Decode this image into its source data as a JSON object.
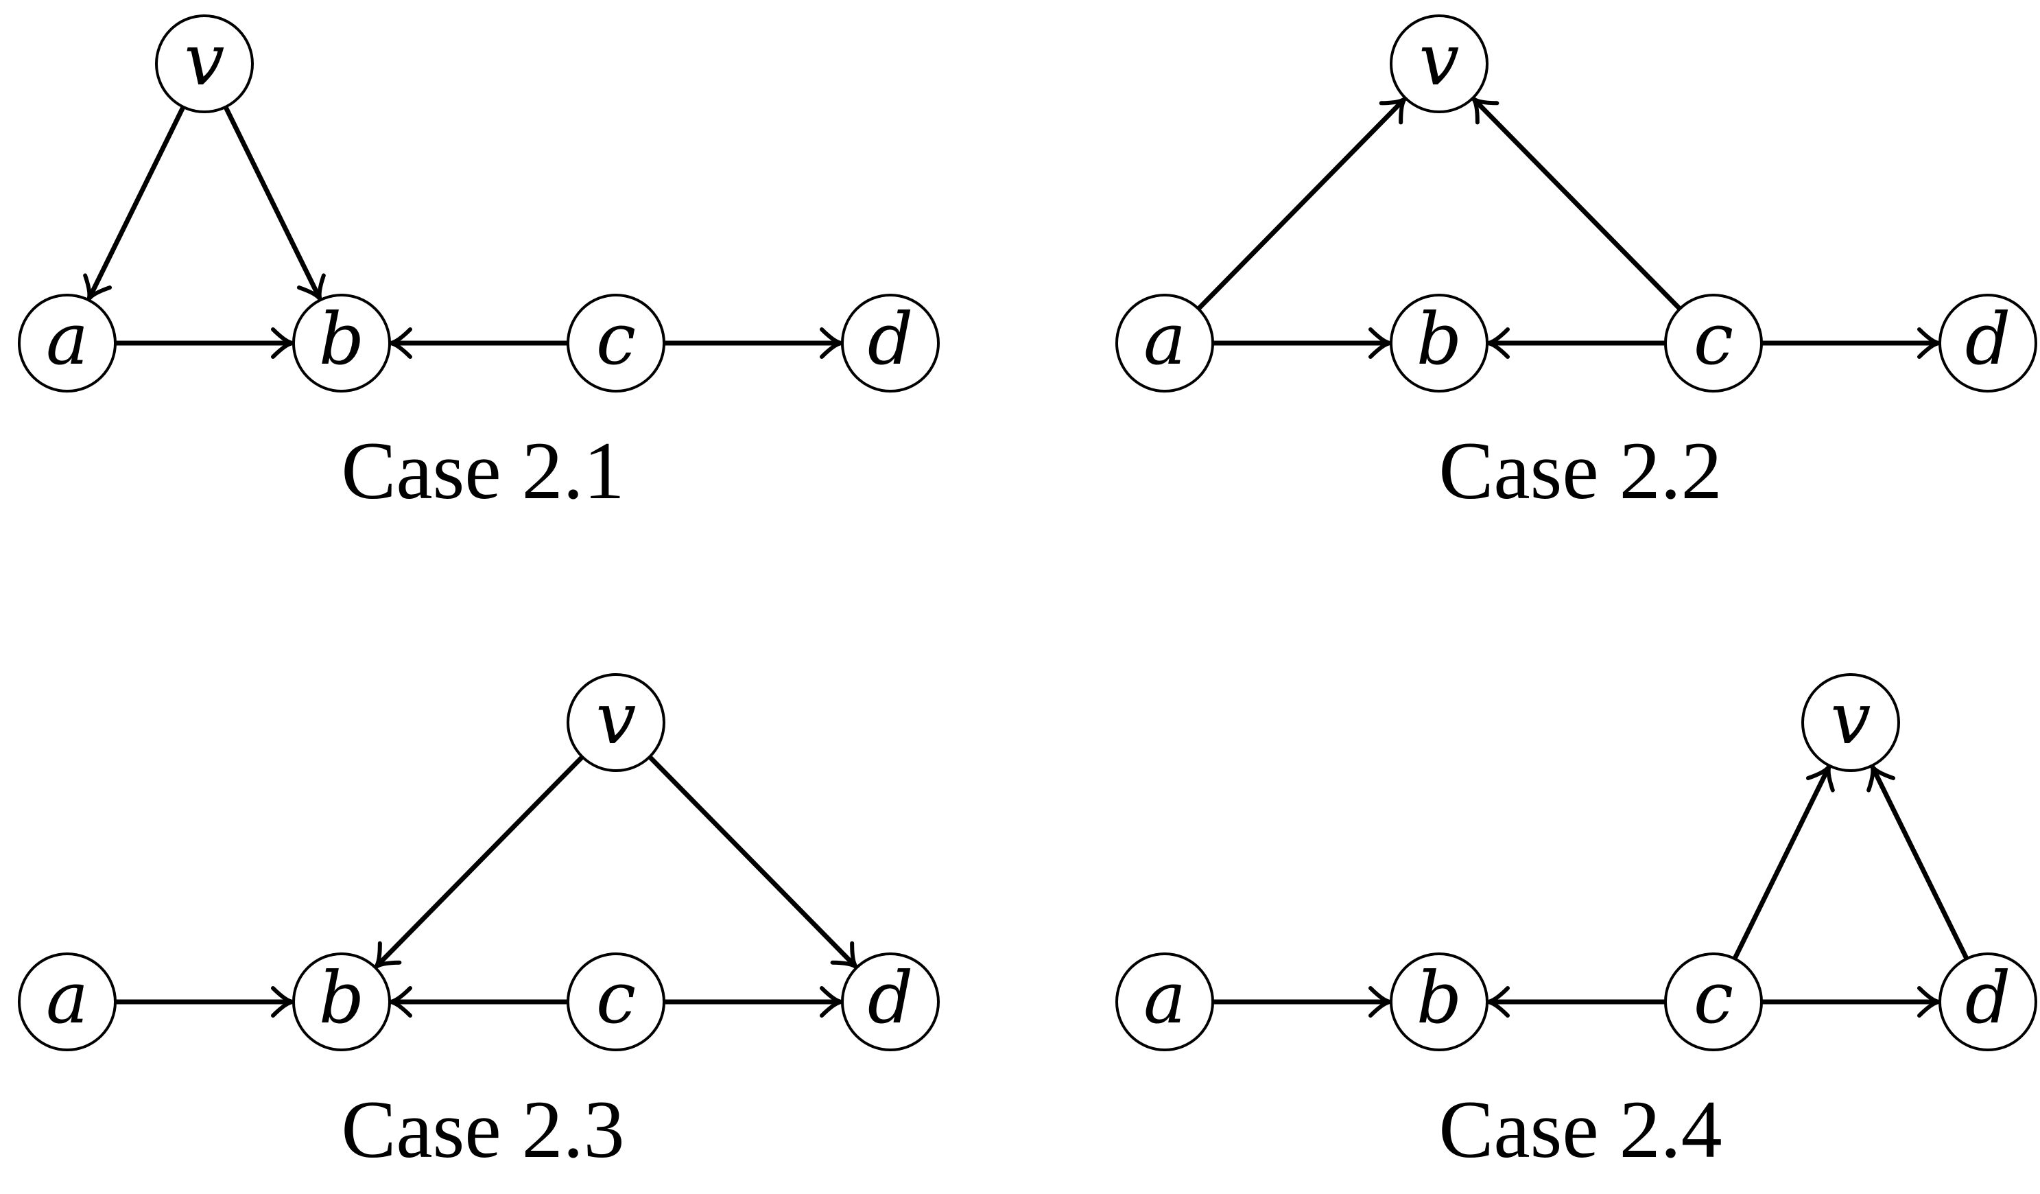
{
  "cases": [
    {
      "caption": "Case 2.1",
      "nodes": [
        {
          "id": "v",
          "label": "v"
        },
        {
          "id": "a",
          "label": "a"
        },
        {
          "id": "b",
          "label": "b"
        },
        {
          "id": "c",
          "label": "c"
        },
        {
          "id": "d",
          "label": "d"
        }
      ],
      "edges": [
        {
          "from": "v",
          "to": "a"
        },
        {
          "from": "v",
          "to": "b"
        },
        {
          "from": "a",
          "to": "b"
        },
        {
          "from": "c",
          "to": "b"
        },
        {
          "from": "c",
          "to": "d"
        }
      ]
    },
    {
      "caption": "Case 2.2",
      "nodes": [
        {
          "id": "v",
          "label": "v"
        },
        {
          "id": "a",
          "label": "a"
        },
        {
          "id": "b",
          "label": "b"
        },
        {
          "id": "c",
          "label": "c"
        },
        {
          "id": "d",
          "label": "d"
        }
      ],
      "edges": [
        {
          "from": "a",
          "to": "v"
        },
        {
          "from": "c",
          "to": "v"
        },
        {
          "from": "a",
          "to": "b"
        },
        {
          "from": "c",
          "to": "b"
        },
        {
          "from": "c",
          "to": "d"
        }
      ]
    },
    {
      "caption": "Case 2.3",
      "nodes": [
        {
          "id": "v",
          "label": "v"
        },
        {
          "id": "a",
          "label": "a"
        },
        {
          "id": "b",
          "label": "b"
        },
        {
          "id": "c",
          "label": "c"
        },
        {
          "id": "d",
          "label": "d"
        }
      ],
      "edges": [
        {
          "from": "v",
          "to": "b"
        },
        {
          "from": "v",
          "to": "d"
        },
        {
          "from": "a",
          "to": "b"
        },
        {
          "from": "c",
          "to": "b"
        },
        {
          "from": "c",
          "to": "d"
        }
      ]
    },
    {
      "caption": "Case 2.4",
      "nodes": [
        {
          "id": "v",
          "label": "v"
        },
        {
          "id": "a",
          "label": "a"
        },
        {
          "id": "b",
          "label": "b"
        },
        {
          "id": "c",
          "label": "c"
        },
        {
          "id": "d",
          "label": "d"
        }
      ],
      "edges": [
        {
          "from": "c",
          "to": "v"
        },
        {
          "from": "d",
          "to": "v"
        },
        {
          "from": "a",
          "to": "b"
        },
        {
          "from": "c",
          "to": "b"
        },
        {
          "from": "c",
          "to": "d"
        }
      ]
    }
  ]
}
